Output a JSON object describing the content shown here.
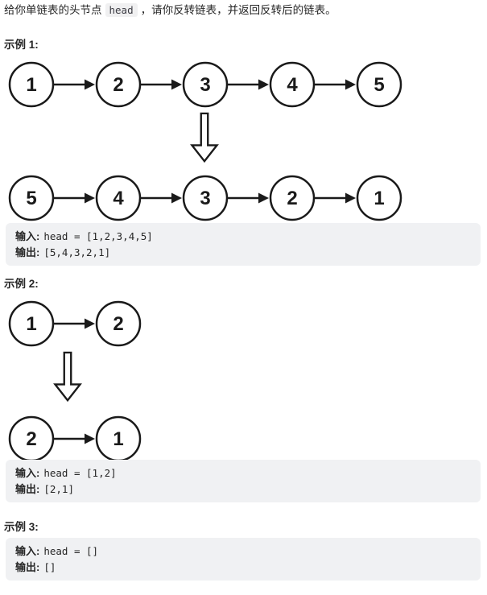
{
  "description": {
    "text_before": "给你单链表的头节点",
    "inline_code": "head",
    "text_after": "，请你反转链表，并返回反转后的链表。"
  },
  "examples": [
    {
      "heading": "示例 1:",
      "io": {
        "input_label": "输入:",
        "input_value": "head = [1,2,3,4,5]",
        "output_label": "输出:",
        "output_value": "[5,4,3,2,1]"
      }
    },
    {
      "heading": "示例 2:",
      "io": {
        "input_label": "输入:",
        "input_value": "head = [1,2]",
        "output_label": "输出:",
        "output_value": "[2,1]"
      }
    },
    {
      "heading": "示例 3:",
      "io": {
        "input_label": "输入:",
        "input_value": "head = []",
        "output_label": "输出:",
        "output_value": "[]"
      }
    }
  ],
  "diagrams": [
    {
      "before": [
        "1",
        "2",
        "3",
        "4",
        "5"
      ],
      "after": [
        "5",
        "4",
        "3",
        "2",
        "1"
      ]
    },
    {
      "before": [
        "1",
        "2"
      ],
      "after": [
        "2",
        "1"
      ]
    }
  ],
  "icons": {
    "down_arrow": "hollow-down-arrow",
    "next_pointer": "right-arrow"
  },
  "colors": {
    "node_stroke": "#1a1a1a",
    "node_fill": "#ffffff",
    "code_block_bg": "#f0f1f3",
    "text": "#262626",
    "inline_code_bg": "#f0f0f1"
  }
}
